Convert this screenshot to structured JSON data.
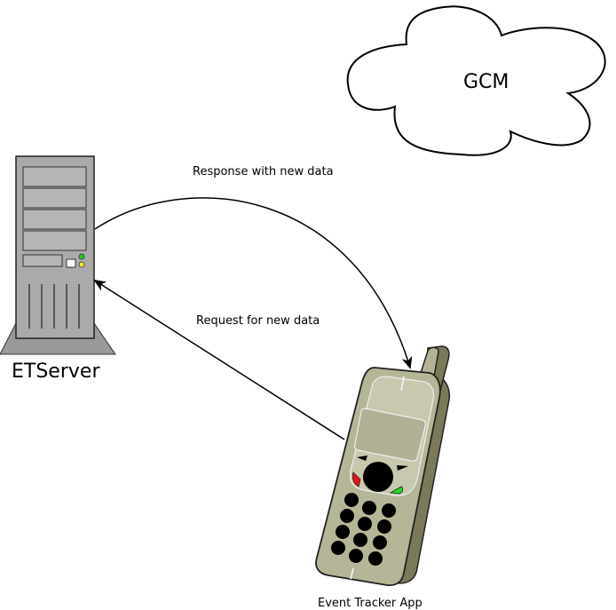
{
  "diagram": {
    "cloud": {
      "label": "GCM"
    },
    "server": {
      "label": "ETServer"
    },
    "phone": {
      "label": "Event Tracker App"
    },
    "edges": [
      {
        "from": "ETServer",
        "to": "Event Tracker App",
        "label": "Response with new data"
      },
      {
        "from": "Event Tracker App",
        "to": "ETServer",
        "label": "Request for new data"
      }
    ]
  }
}
